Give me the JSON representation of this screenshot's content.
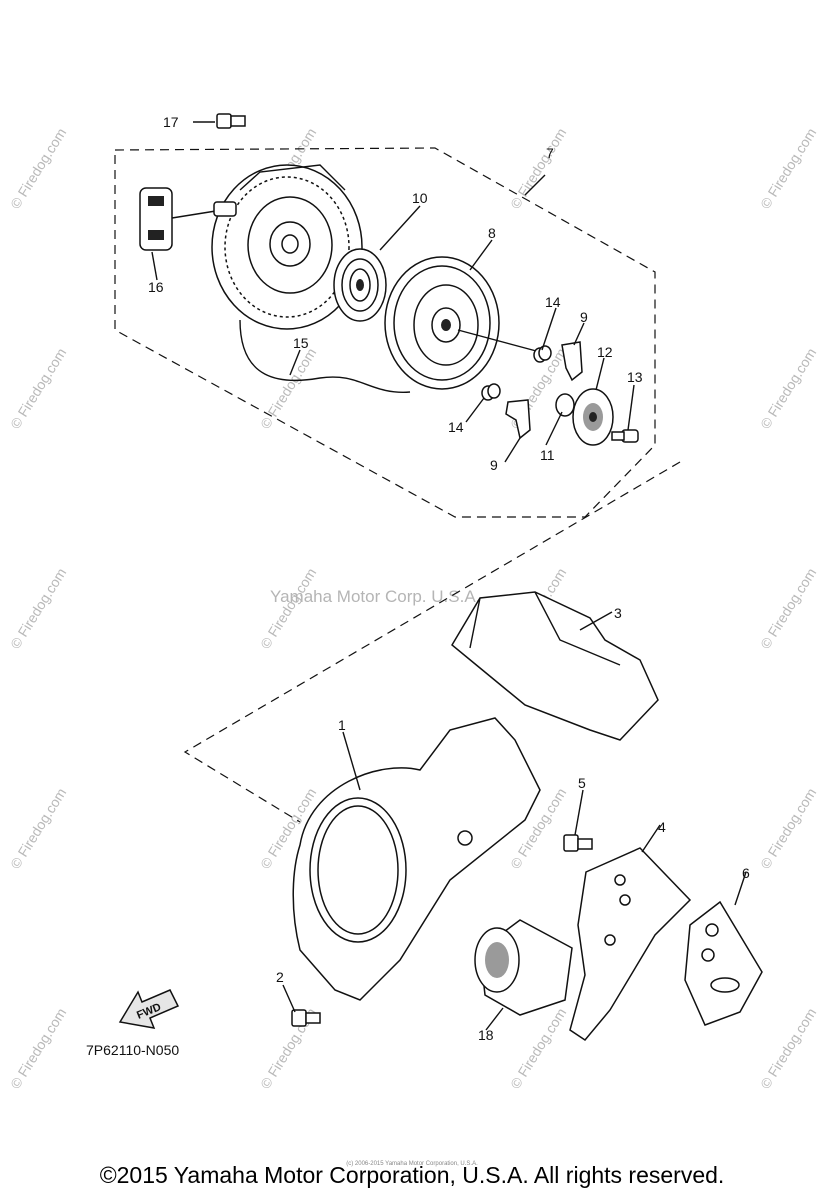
{
  "diagram": {
    "watermark_text": "© Firedog.com",
    "center_watermark": "Yamaha Motor Corp. U.S.A.",
    "diagram_code": "7P62110-N050",
    "fwd_label": "FWD",
    "callouts": {
      "c1": "1",
      "c2": "2",
      "c3": "3",
      "c4": "4",
      "c5": "5",
      "c6": "6",
      "c7": "7",
      "c8": "8",
      "c9a": "9",
      "c9b": "9",
      "c10": "10",
      "c11": "11",
      "c12": "12",
      "c13": "13",
      "c14a": "14",
      "c14b": "14",
      "c15": "15",
      "c16": "16",
      "c17": "17",
      "c18": "18"
    }
  },
  "footer": {
    "copyright": "©2015 Yamaha Motor Corporation, U.S.A. All rights reserved.",
    "tiny_notice": "(c) 2006-2015 Yamaha Motor Corporation, U.S.A."
  }
}
